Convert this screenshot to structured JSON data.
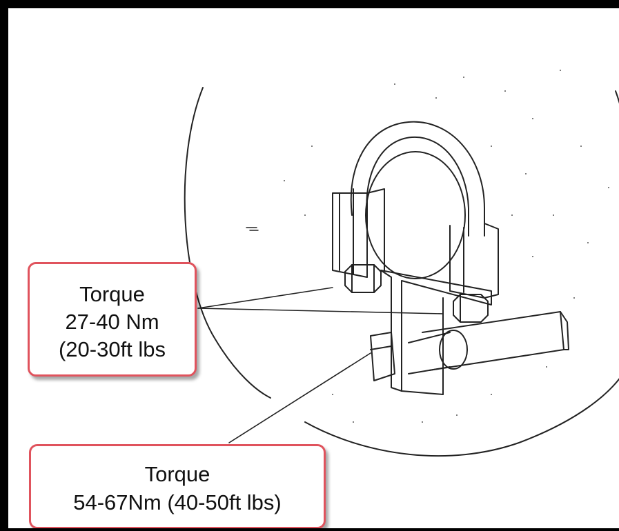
{
  "callouts": [
    {
      "lines": [
        "Torque",
        "27-40 Nm",
        "(20-30ft lbs"
      ]
    },
    {
      "lines": [
        "Torque",
        "54-67Nm (40-50ft lbs)"
      ]
    }
  ],
  "colors": {
    "frame": "#000000",
    "callout_border": "#e0535d",
    "ink": "#111111"
  }
}
